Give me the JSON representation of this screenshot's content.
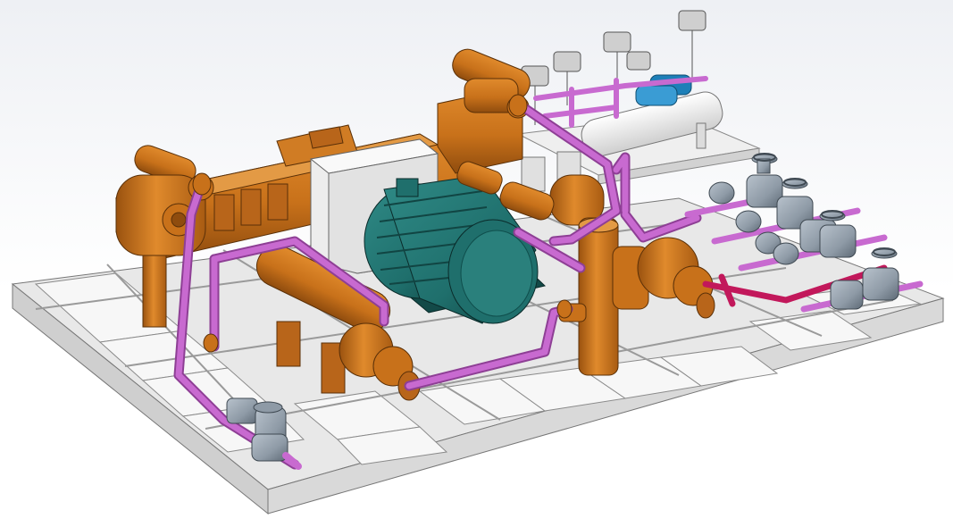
{
  "scene": {
    "description_hidden": "",
    "colors": {
      "background_top": "#eef0f4",
      "background_bottom": "#ffffff",
      "skid_frame": "#e6e6e6",
      "skid_frame_shadow": "#bdbdbd",
      "compressor_body": "#c8711a",
      "compressor_dark": "#9a520f",
      "motor": "#1f6f6c",
      "motor_dark": "#124846",
      "motor_coupling_guard": "#e9e9e9",
      "process_pipe": "#c86ad0",
      "process_pipe_dark": "#8e3f95",
      "red_pipe": "#c2185b",
      "valve_body": "#8e9aa6",
      "valve_dark": "#5e6a76",
      "cooler_shell_white": "#f4f4f4",
      "instrument_blue": "#1d7fb8",
      "gauge_grey": "#c9c9c9"
    },
    "icons": [
      "skid-base-frame",
      "compressor-frame",
      "compressor-cylinder",
      "electric-motor",
      "coupling-guard",
      "gas-cooler",
      "pulsation-dampener",
      "separator-vessel",
      "gate-valve",
      "pressure-gauge",
      "process-piping"
    ]
  }
}
